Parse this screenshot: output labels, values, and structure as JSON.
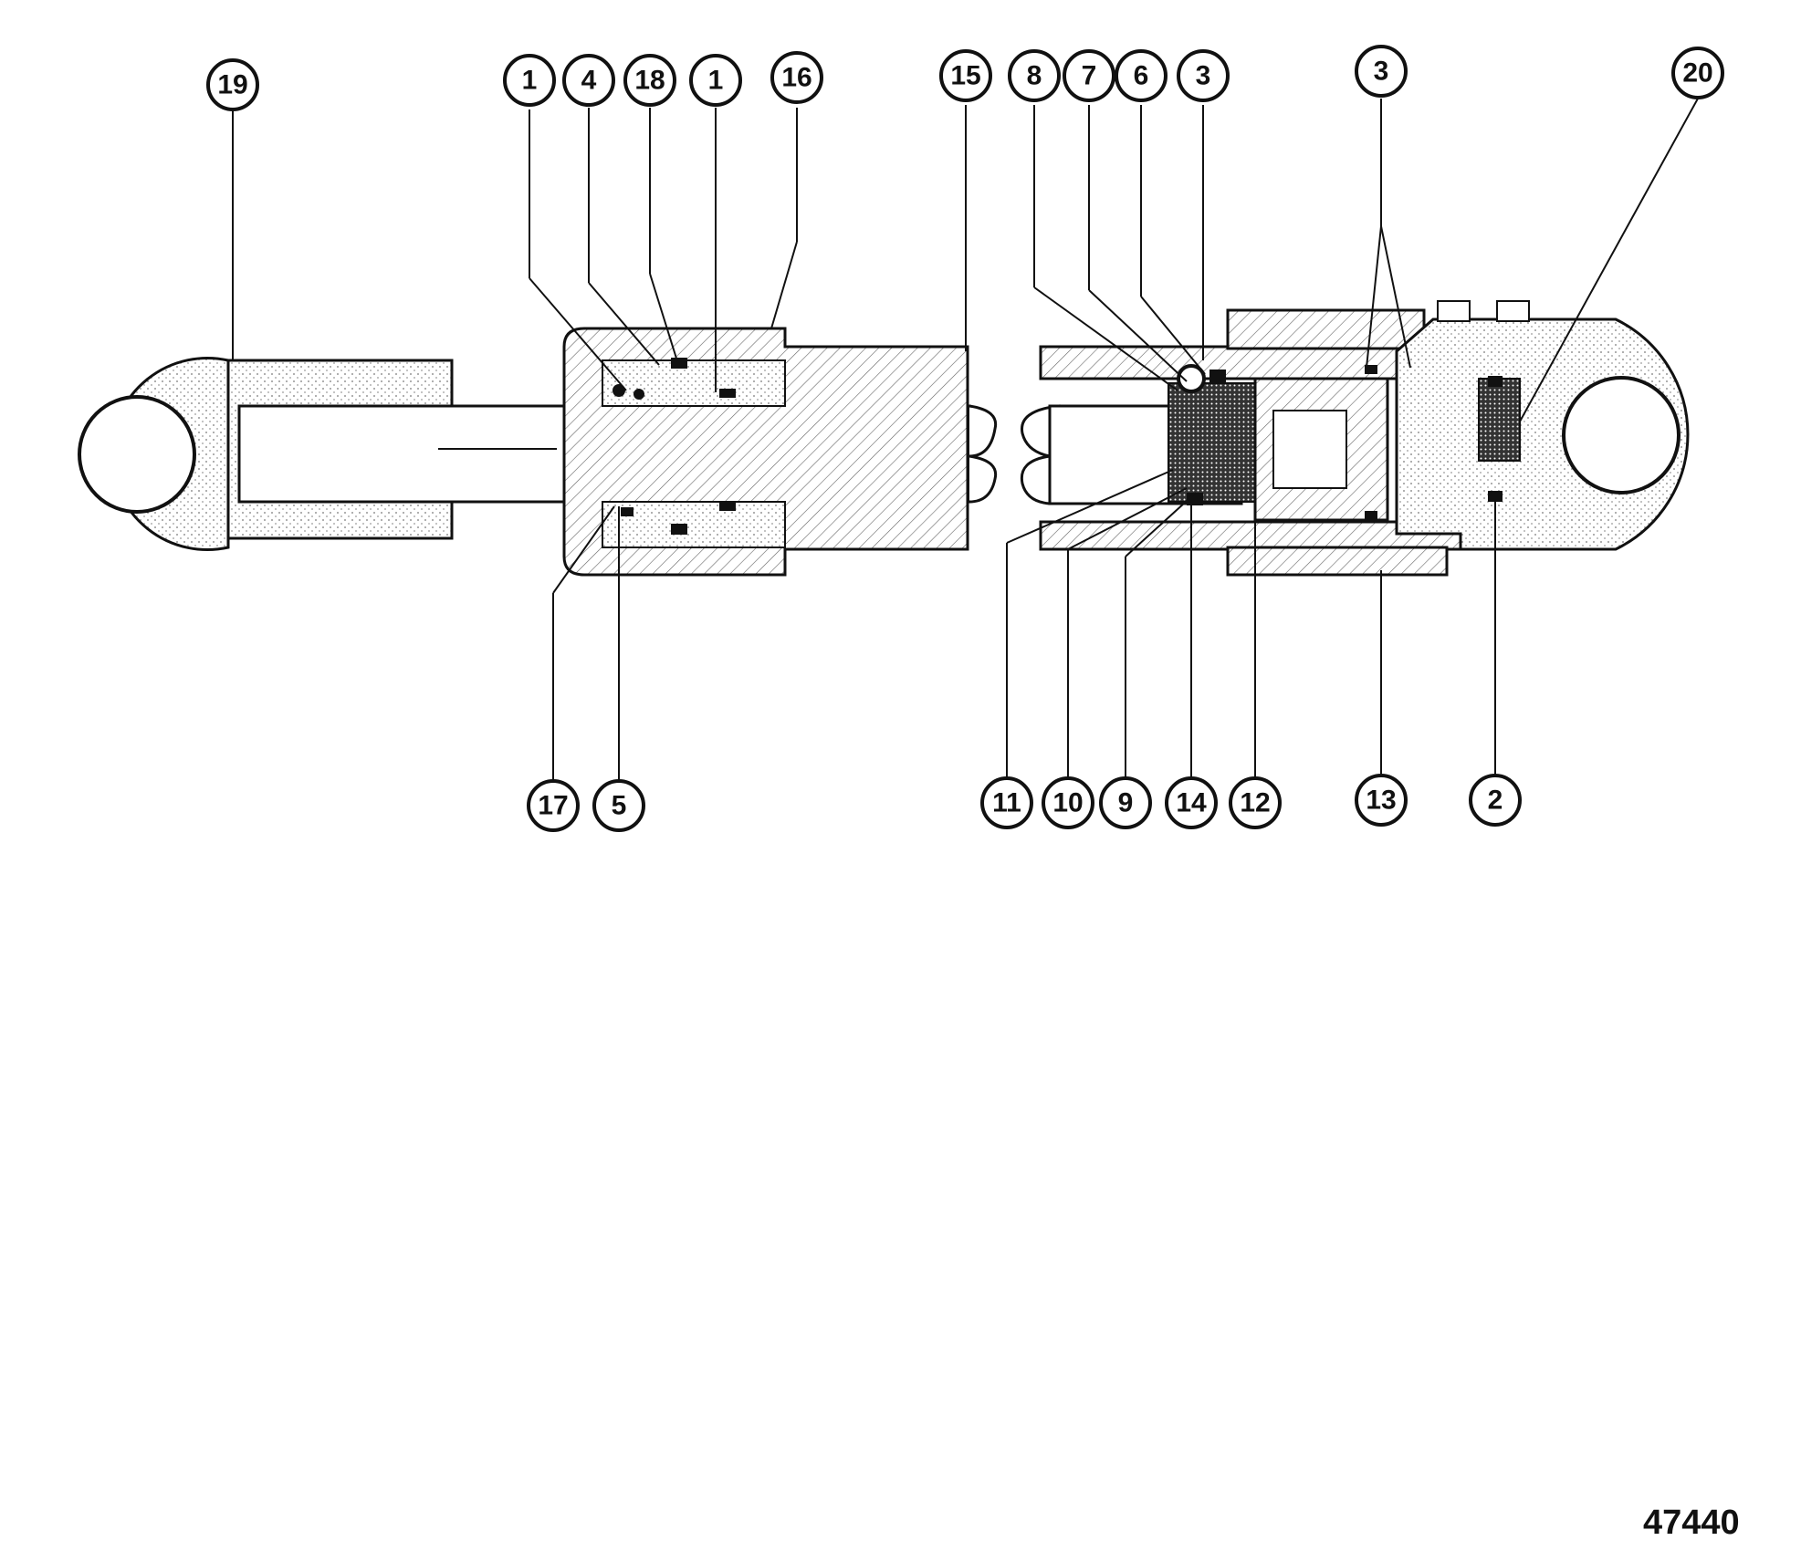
{
  "figure_number": "47440",
  "callouts": [
    {
      "label": "19"
    },
    {
      "label": "1"
    },
    {
      "label": "4"
    },
    {
      "label": "18"
    },
    {
      "label": "1"
    },
    {
      "label": "16"
    },
    {
      "label": "15"
    },
    {
      "label": "8"
    },
    {
      "label": "7"
    },
    {
      "label": "6"
    },
    {
      "label": "3"
    },
    {
      "label": "3"
    },
    {
      "label": "20"
    },
    {
      "label": "17"
    },
    {
      "label": "5"
    },
    {
      "label": "11"
    },
    {
      "label": "10"
    },
    {
      "label": "9"
    },
    {
      "label": "14"
    },
    {
      "label": "12"
    },
    {
      "label": "13"
    },
    {
      "label": "2"
    }
  ]
}
